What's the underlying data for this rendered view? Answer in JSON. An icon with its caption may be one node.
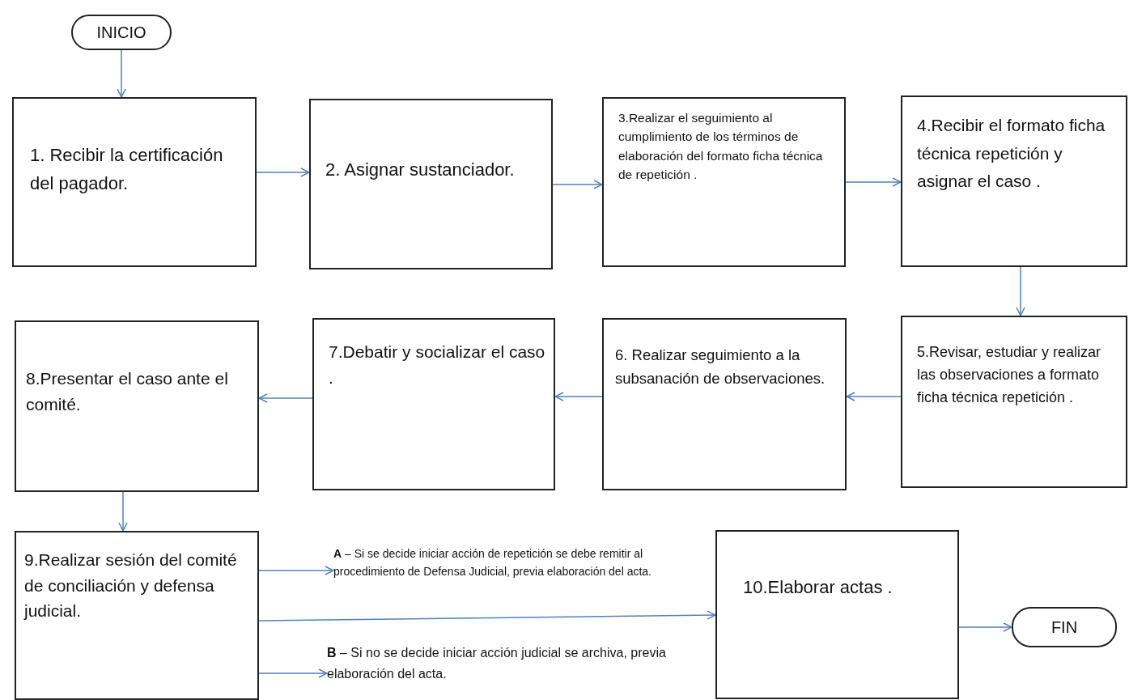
{
  "diagram": {
    "nodes": [
      {
        "text": [
          "INICIO"
        ]
      },
      {
        "text": [
          "1. Recibir la certificación del pagador."
        ]
      },
      {
        "text": [
          "2. Asignar sustanciador."
        ]
      },
      {
        "text": [
          "3.Realizar el seguimiento al cumplimiento de los términos de elaboración del formato ficha técnica de repetición ."
        ]
      },
      {
        "text": [
          "4.Recibir el formato ficha técnica repetición y asignar el caso ."
        ]
      },
      {
        "text": [
          "5.Revisar, estudiar y realizar las observaciones a formato ficha técnica repetición ."
        ]
      },
      {
        "text": [
          "6. Realizar seguimiento a la subsanación de observaciones."
        ]
      },
      {
        "text": [
          "7.Debatir y socializar el caso ."
        ]
      },
      {
        "text": [
          "8.Presentar el caso ante el comité."
        ]
      },
      {
        "text": [
          "9.Realizar sesión del comité de conciliación y defensa judicial."
        ]
      },
      {
        "text": [
          "**A** – Si se decide iniciar acción de repetición se debe remitir al procedimiento de Defensa Judicial, previa elaboración del acta."
        ]
      },
      {
        "text": [
          "**B** – Si no se decide iniciar acción judicial se archiva, previa elaboración del acta."
        ]
      },
      {
        "text": [
          "10.Elaborar actas ."
        ]
      },
      {
        "text": [
          "FIN"
        ]
      }
    ],
    "edges": [
      {
        "from": 0,
        "to": 1,
        "arrow": "to"
      },
      {
        "from": 1,
        "to": 2,
        "arrow": "to"
      },
      {
        "from": 2,
        "to": 3,
        "arrow": "to"
      },
      {
        "from": 3,
        "to": 4,
        "arrow": "to"
      },
      {
        "from": 4,
        "to": 5,
        "arrow": "to"
      },
      {
        "from": 5,
        "to": 6,
        "arrow": "to"
      },
      {
        "from": 6,
        "to": 7,
        "arrow": "to"
      },
      {
        "from": 7,
        "to": 8,
        "arrow": "to"
      },
      {
        "from": 8,
        "to": 9,
        "arrow": "to"
      },
      {
        "from": 9,
        "to": 10,
        "arrow": "to"
      },
      {
        "from": 9,
        "to": 12,
        "arrow": "to"
      },
      {
        "from": 9,
        "to": 11,
        "arrow": "to"
      },
      {
        "from": 12,
        "to": 13,
        "arrow": "to"
      }
    ]
  }
}
